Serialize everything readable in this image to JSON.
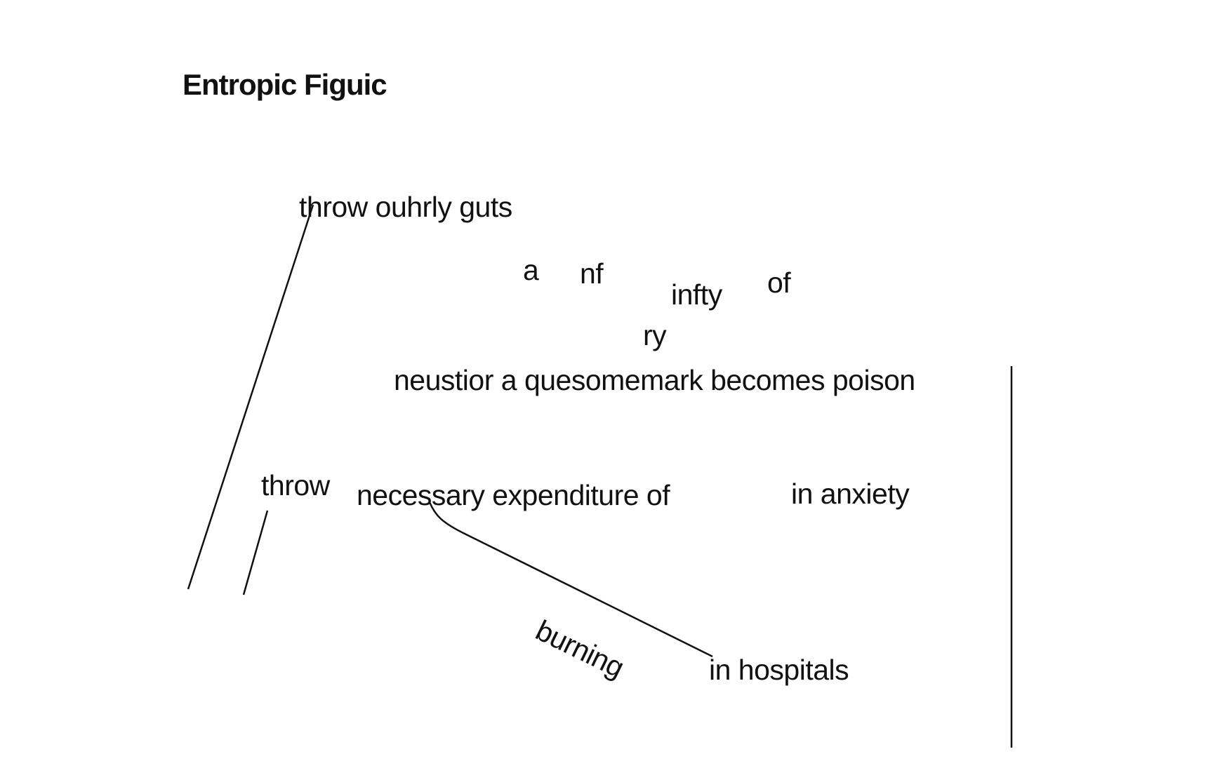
{
  "title": "Entropic Figuic",
  "fragments": {
    "line1": "throw ouhrly guts",
    "a": "a",
    "nf": "nf",
    "infty": "infty",
    "of": "of",
    "ry": "ry",
    "line2": "neustior  a quesomemark becomes poison",
    "throw": "throw",
    "line3": "necessary expenditure of",
    "anxiety": "in anxiety",
    "burning": "burning",
    "hospitals": "in hospitals"
  }
}
